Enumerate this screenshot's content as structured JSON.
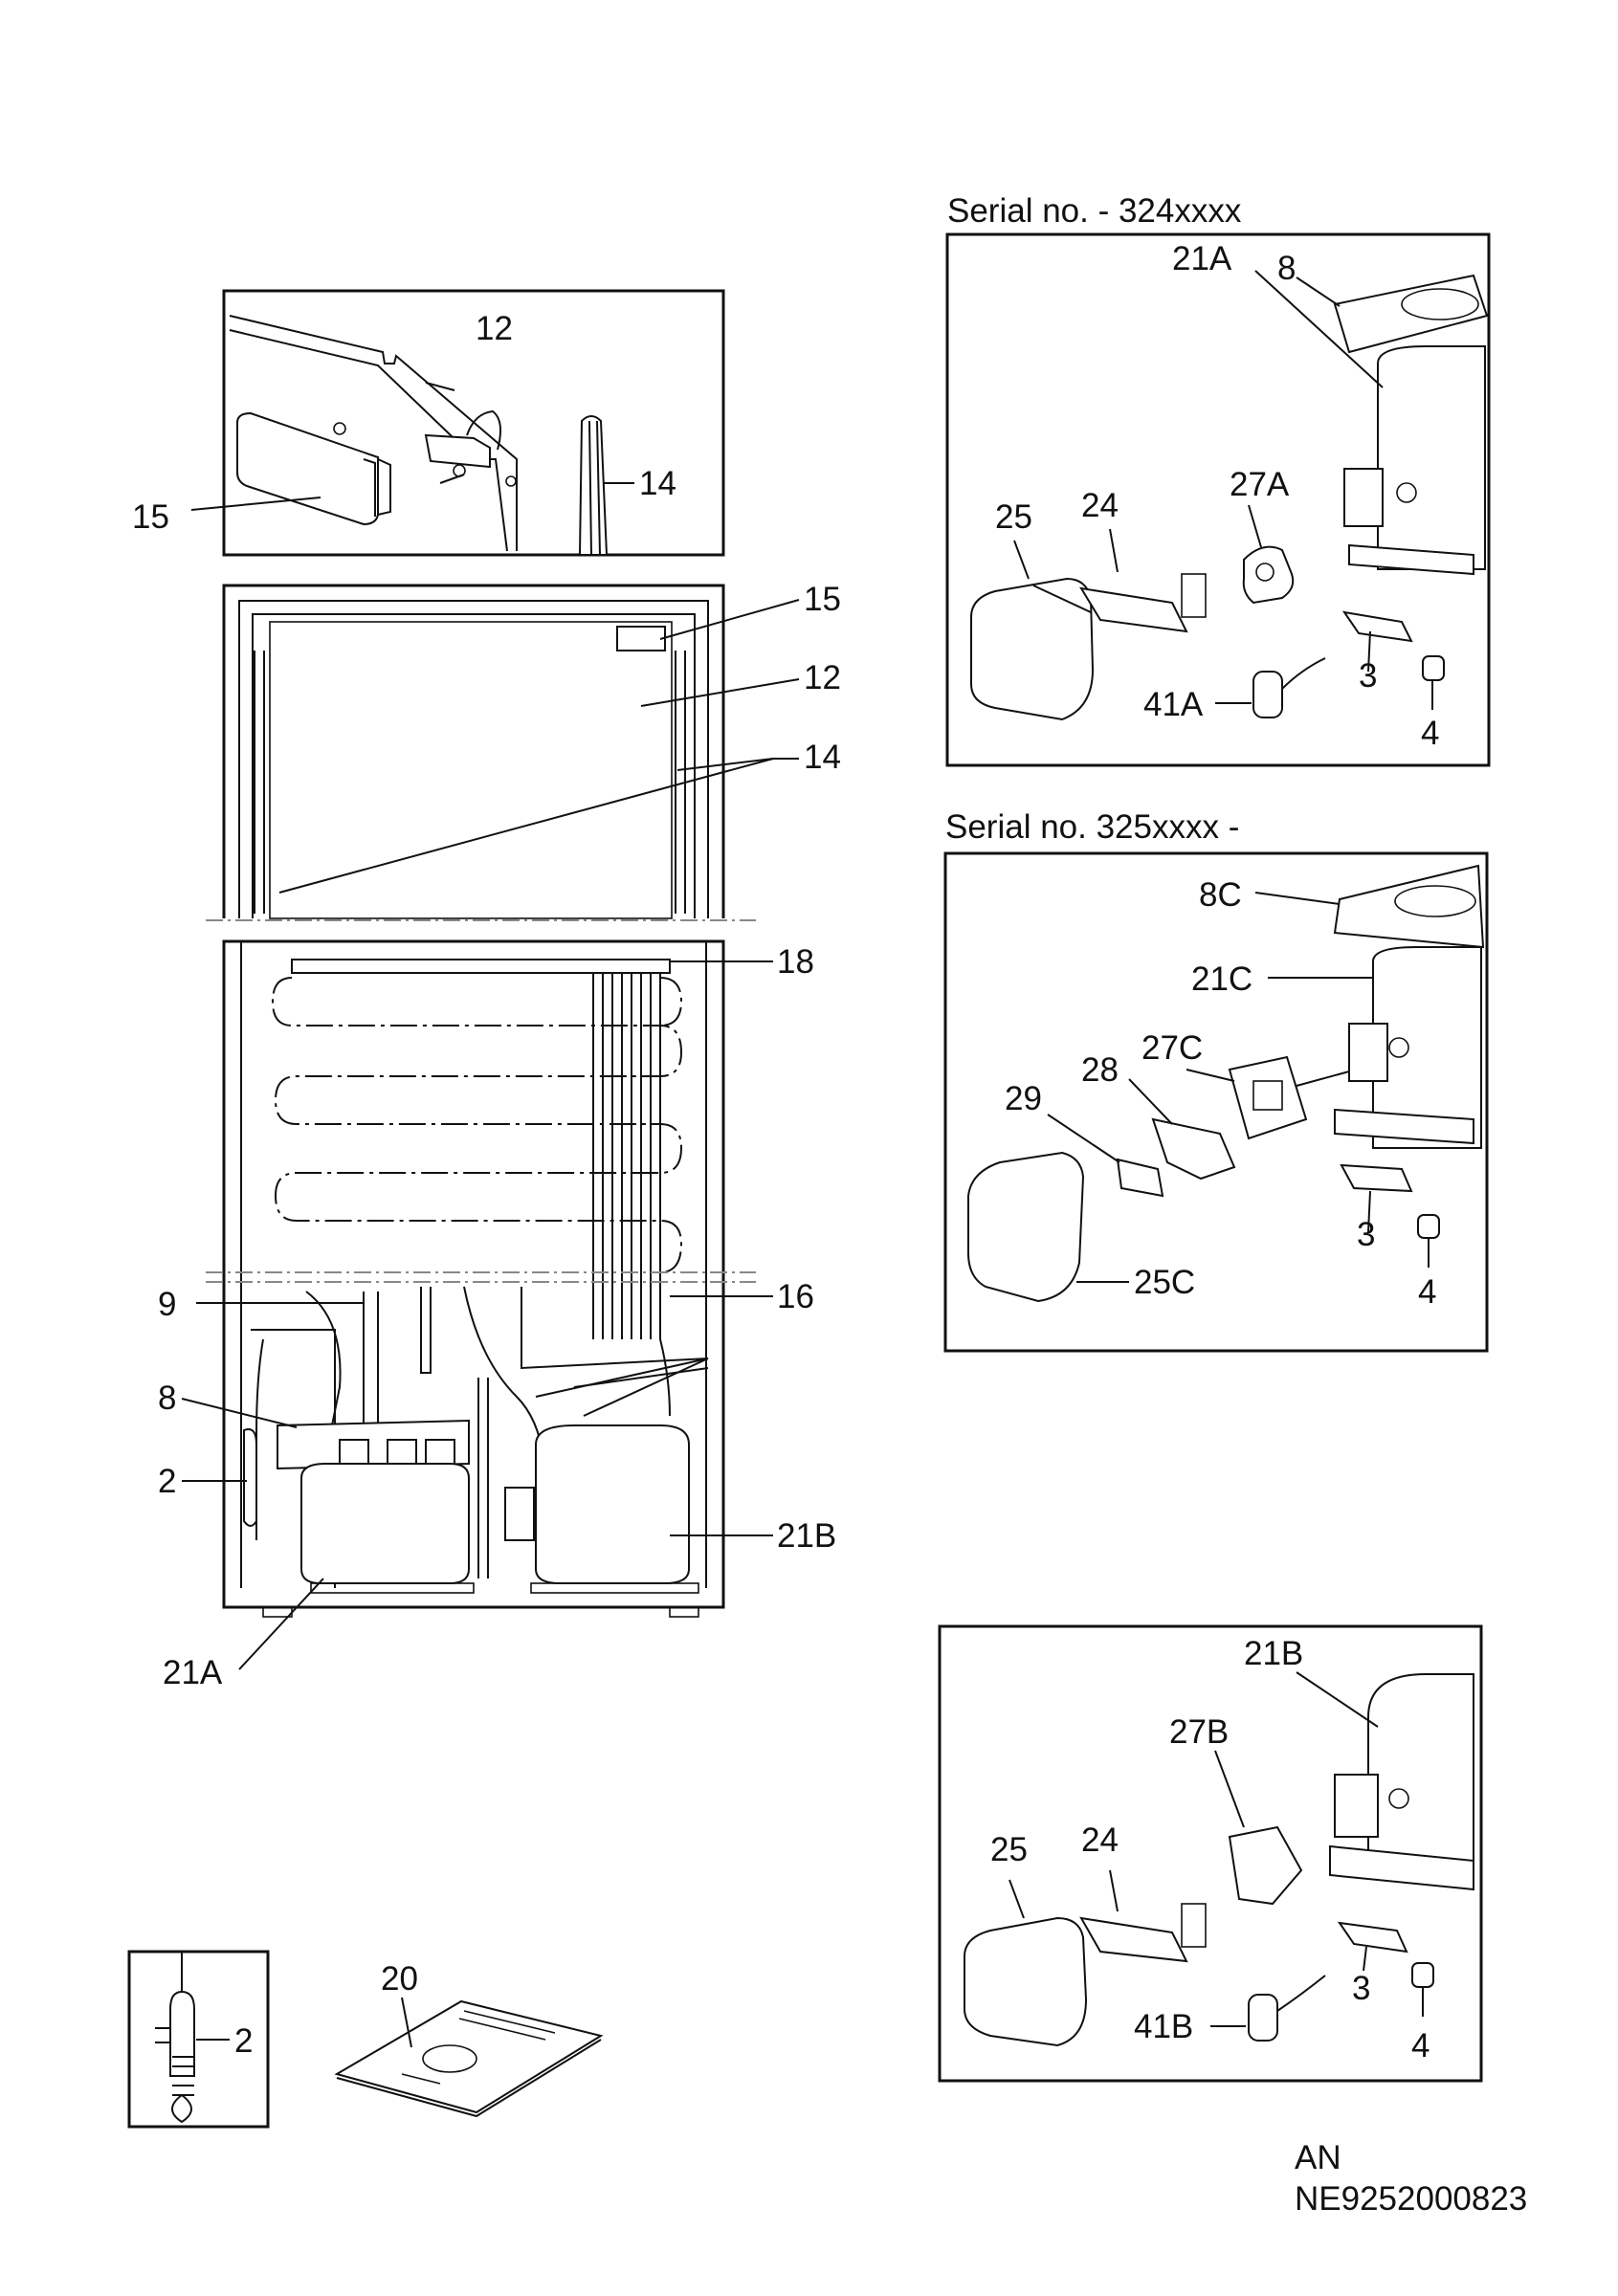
{
  "serial_headers": {
    "top": "Serial no. - 324xxxx",
    "middle": "Serial no. 325xxxx -"
  },
  "doc_code": {
    "line1": "AN",
    "line2": "NE9252000823"
  },
  "callouts": {
    "door_detail": {
      "c12": "12",
      "c14": "14",
      "c15": "15"
    },
    "cabinet": {
      "c15": "15",
      "c12": "12",
      "c14": "14",
      "c18": "18",
      "c9": "9",
      "c16": "16",
      "c8": "8",
      "c2": "2",
      "c21B": "21B",
      "c21A": "21A"
    },
    "kit_a": {
      "c21A": "21A",
      "c8": "8",
      "c25": "25",
      "c24": "24",
      "c27A": "27A",
      "c41A": "41A",
      "c3": "3",
      "c4": "4"
    },
    "kit_c": {
      "c8C": "8C",
      "c21C": "21C",
      "c27C": "27C",
      "c28": "28",
      "c29": "29",
      "c3": "3",
      "c25C": "25C",
      "c4": "4"
    },
    "kit_b": {
      "c21B": "21B",
      "c27B": "27B",
      "c25": "25",
      "c24": "24",
      "c3": "3",
      "c41B": "41B",
      "c4": "4"
    },
    "sensor": {
      "c2": "2"
    },
    "manual": {
      "c20": "20"
    }
  }
}
